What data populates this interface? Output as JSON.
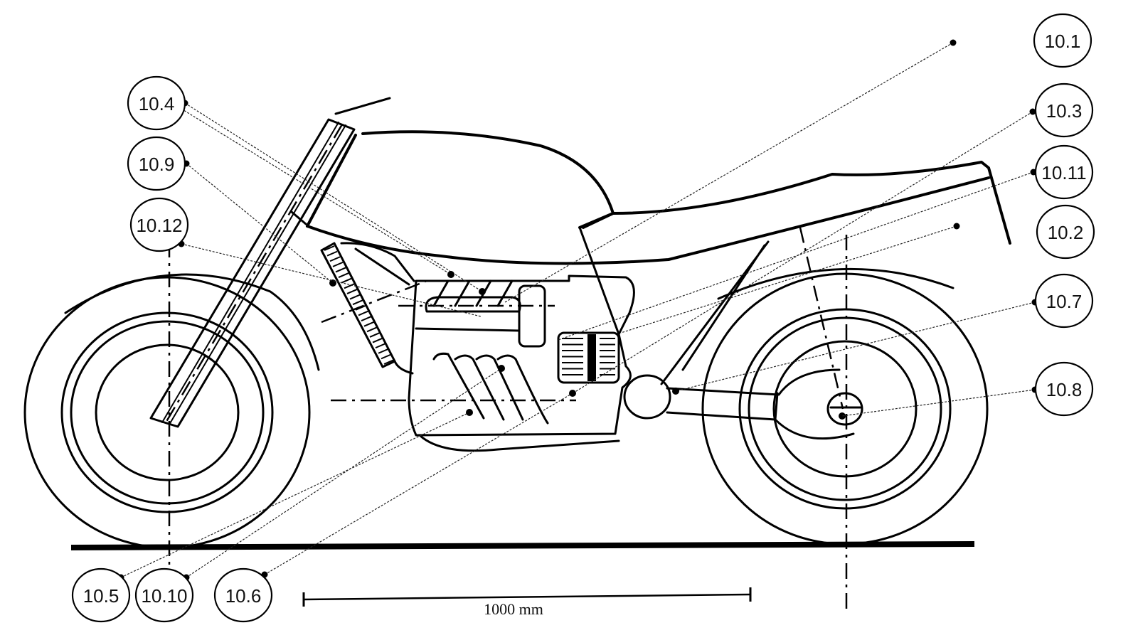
{
  "figure": {
    "subject": "motorcycle side elevation with numbered component callouts",
    "callouts": [
      {
        "id": "10.1",
        "label": "10.1"
      },
      {
        "id": "10.3",
        "label": "10.3"
      },
      {
        "id": "10.11",
        "label": "10.11"
      },
      {
        "id": "10.2",
        "label": "10.2"
      },
      {
        "id": "10.7",
        "label": "10.7"
      },
      {
        "id": "10.8",
        "label": "10.8"
      },
      {
        "id": "10.4",
        "label": "10.4"
      },
      {
        "id": "10.9",
        "label": "10.9"
      },
      {
        "id": "10.12",
        "label": "10.12"
      },
      {
        "id": "10.5",
        "label": "10.5"
      },
      {
        "id": "10.10",
        "label": "10.10"
      },
      {
        "id": "10.6",
        "label": "10.6"
      }
    ],
    "scale_bar": {
      "label": "1000 mm",
      "length_mm": 1000
    }
  },
  "colors": {
    "ink": "#000000",
    "paper": "#ffffff"
  }
}
